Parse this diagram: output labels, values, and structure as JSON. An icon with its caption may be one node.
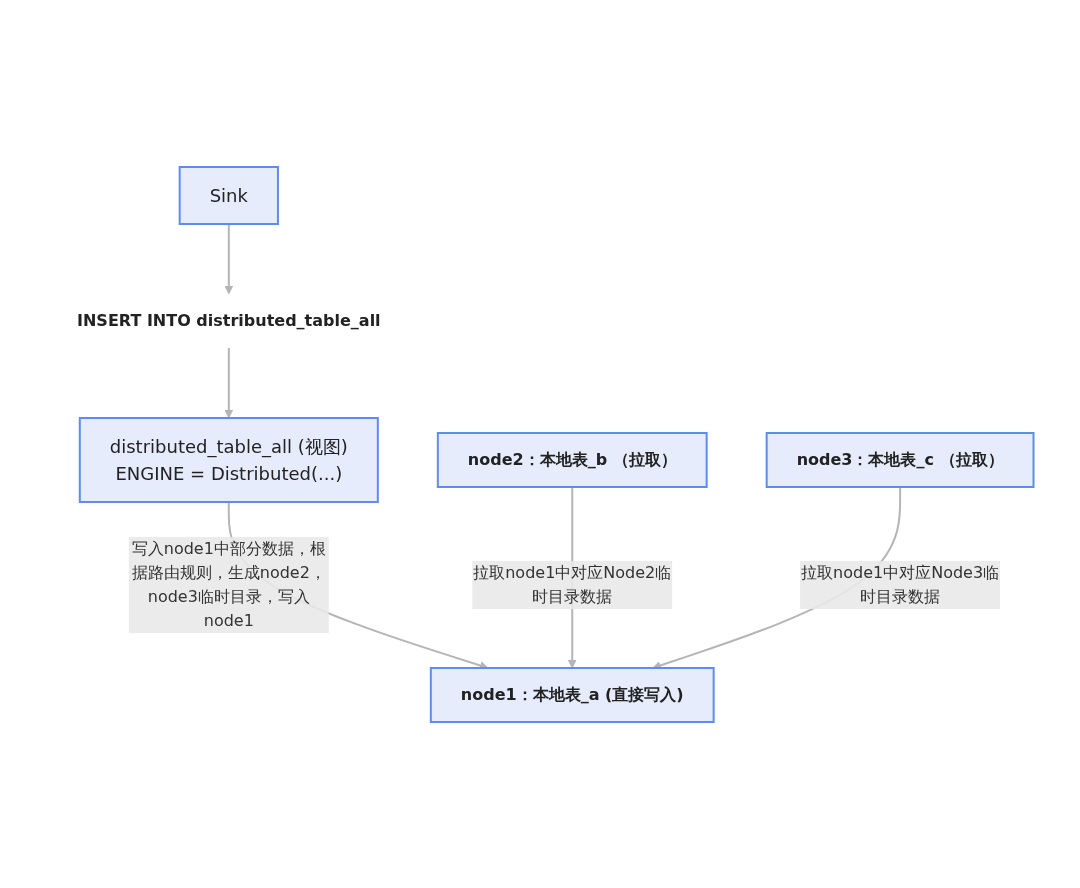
{
  "diagram": {
    "nodes": [
      {
        "text": [
          "Sink"
        ]
      },
      {
        "text": [
          "INSERT INTO distributed_table_all"
        ]
      },
      {
        "text": [
          "distributed_table_all (视图)",
          "ENGINE = Distributed(...)"
        ]
      },
      {
        "text": [
          "node1：本地表_a (直接写入)"
        ]
      },
      {
        "text": [
          "node2：本地表_b （拉取）"
        ]
      },
      {
        "text": [
          "node3：本地表_c （拉取）"
        ]
      }
    ],
    "edges": [
      {
        "from": 0,
        "to": 1,
        "arrow": "to"
      },
      {
        "from": 1,
        "to": 2,
        "arrow": "to"
      },
      {
        "from": 2,
        "to": 3,
        "arrow": "to",
        "label": "写入node1中部分数据，根据路由规则，生成node2，node3临时目录，写入node1"
      },
      {
        "from": 4,
        "to": 3,
        "arrow": "to",
        "label": "拉取node1中对应Node2临时目录数据"
      },
      {
        "from": 5,
        "to": 3,
        "arrow": "to",
        "label": "拉取node1中对应Node3临时目录数据"
      }
    ]
  }
}
